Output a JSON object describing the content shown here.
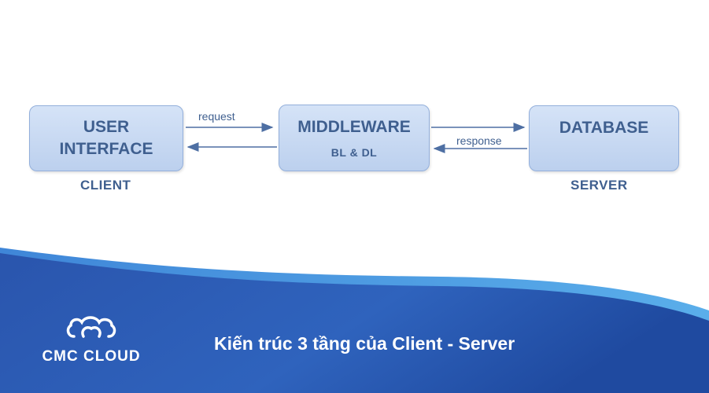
{
  "diagram": {
    "boxes": [
      {
        "main_line1": "USER",
        "main_line2": "INTERFACE"
      },
      {
        "main": "MIDDLEWARE",
        "sub": "BL & DL"
      },
      {
        "main": "DATABASE"
      }
    ],
    "tier_labels": {
      "client": "CLIENT",
      "server": "SERVER"
    },
    "arrow_labels": {
      "request": "request",
      "response": "response"
    }
  },
  "banner": {
    "logo_text": "CMC CLOUD",
    "caption": "Kiến trúc 3 tầng của Client - Server"
  },
  "colors": {
    "box_fill": "#c9daf3",
    "box_border": "#93afdb",
    "text": "#3f5f8f",
    "arrow": "#4e6fa3",
    "banner_dark": "#1f4aa0",
    "banner_light": "#4f9fe6"
  }
}
